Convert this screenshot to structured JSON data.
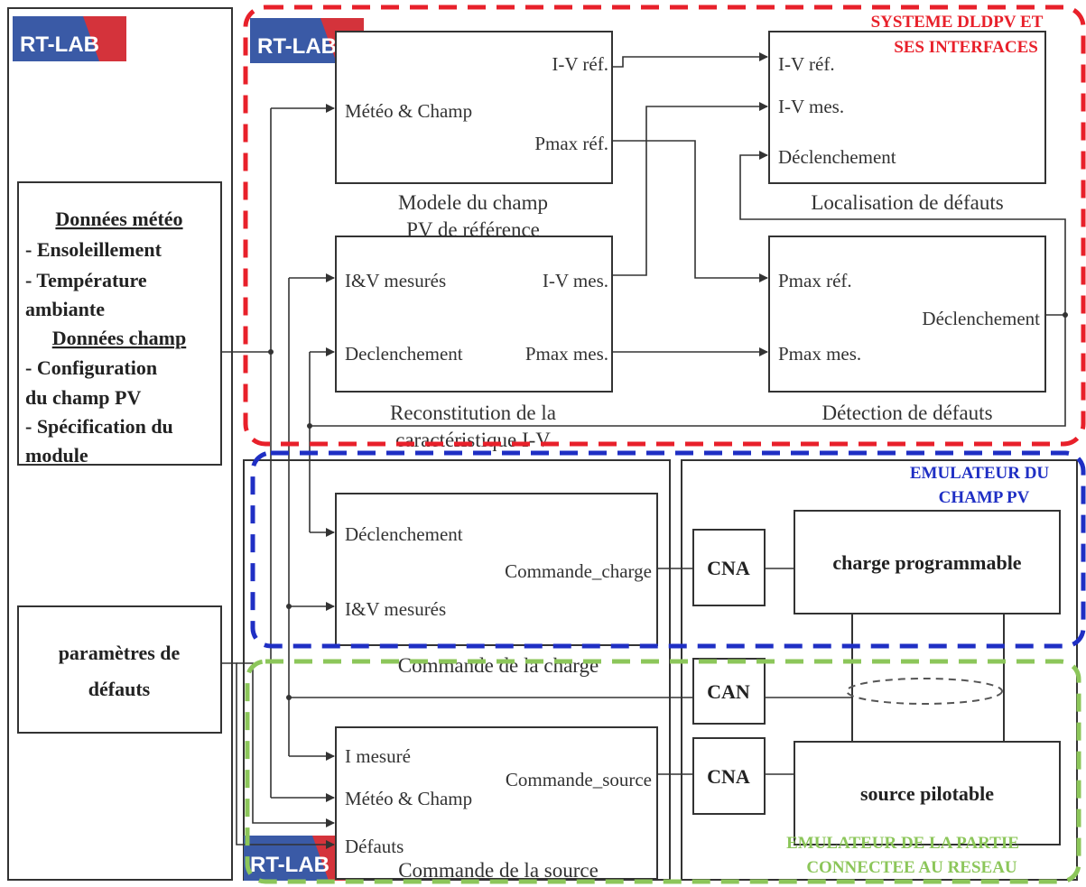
{
  "logo_text": "RT-LAB",
  "zones": {
    "system_title_1": "SYSTEME DLDPV ET",
    "system_title_2": "SES INTERFACES",
    "emulator_title_1": "EMULATEUR DU",
    "emulator_title_2": "CHAMP PV",
    "grid_title_1": "EMULATEUR DE LA PARTIE",
    "grid_title_2": "CONNECTEE AU RESEAU"
  },
  "inputs": {
    "meteo": {
      "line1": "Données météo",
      "line2": "- Ensoleillement",
      "line3": "- Température",
      "line4": "ambiante",
      "line5": "Données champ",
      "line6": "- Configuration",
      "line7": "du champ PV",
      "line8": "- Spécification du",
      "line9": "module"
    },
    "faults": {
      "line1": "paramètres de",
      "line2": "défauts"
    }
  },
  "blocks": {
    "ref_model": {
      "in1": "Météo & Champ",
      "out1": "I-V réf.",
      "out2": "Pmax réf.",
      "caption1": "Modele du champ",
      "caption2": "PV de référence"
    },
    "localisation": {
      "in1": "I-V réf.",
      "in2": "I-V mes.",
      "in3": "Déclenchement",
      "caption": "Localisation de défauts"
    },
    "reconstitution": {
      "in1": "I&V mesurés",
      "in2": "Declenchement",
      "out1": "I-V mes.",
      "out2": "Pmax mes.",
      "caption1": "Reconstitution de la",
      "caption2": "caractéristique I-V"
    },
    "detection": {
      "in1": "Pmax réf.",
      "in2": "Pmax mes.",
      "out1": "Déclenchement",
      "caption": "Détection de défauts"
    },
    "load_cmd": {
      "in1": "Déclenchement",
      "in2": "I&V mesurés",
      "out1": "Commande_charge",
      "caption": "Commande de la charge"
    },
    "source_cmd": {
      "in1": "I mesuré",
      "in2": "Météo & Champ",
      "in3": "Défauts",
      "out1": "Commande_source",
      "caption": "Commande de la source"
    }
  },
  "hardware": {
    "cna1": "CNA",
    "can": "CAN",
    "cna2": "CNA",
    "load": "charge programmable",
    "source": "source pilotable"
  },
  "colors": {
    "red_zone": "#e8202a",
    "blue_zone": "#1f2fc4",
    "green_zone": "#8cc65a",
    "logo_blue": "#3a5aa6",
    "logo_red": "#d4333b"
  }
}
